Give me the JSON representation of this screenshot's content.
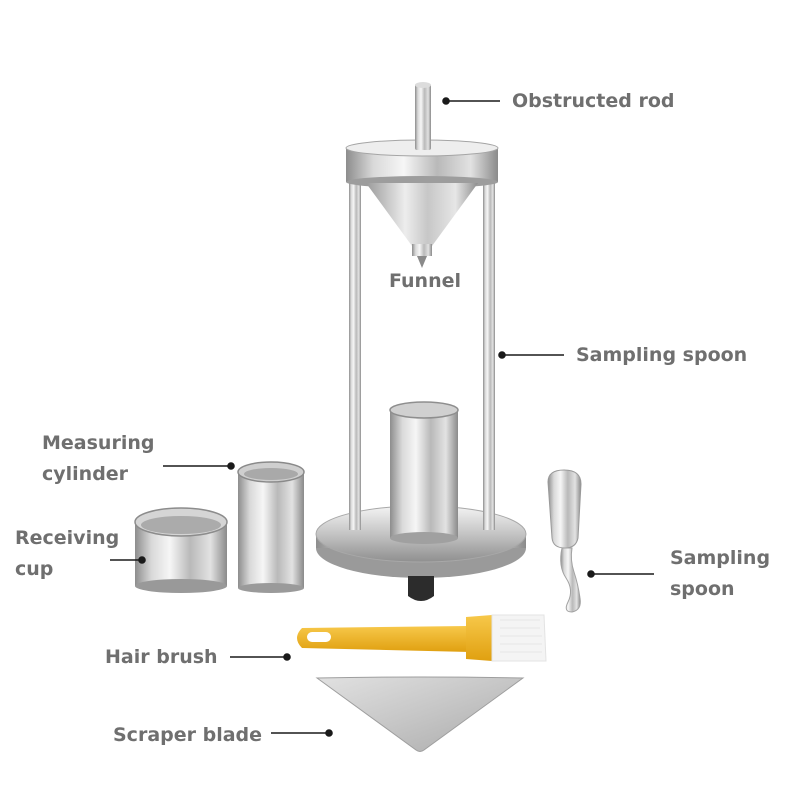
{
  "labels": {
    "obstructed_rod": "Obstructed rod",
    "funnel": "Funnel",
    "support_rod": "Sampling spoon",
    "measuring_cylinder": [
      "Measuring",
      "cylinder"
    ],
    "receiving_cup": [
      "Receiving",
      "cup"
    ],
    "sampling_spoon": [
      "Sampling",
      "spoon"
    ],
    "hair_brush": "Hair brush",
    "scraper_blade": "Scraper blade"
  },
  "colors": {
    "label_text": "#6f6f6f",
    "leader_line": "#1a1a1a",
    "steel_light": "#e6e6e6",
    "steel_dark": "#8c8c8c",
    "brush_handle": "#f2b51c",
    "brush_bristles": "#f4f4f4"
  }
}
